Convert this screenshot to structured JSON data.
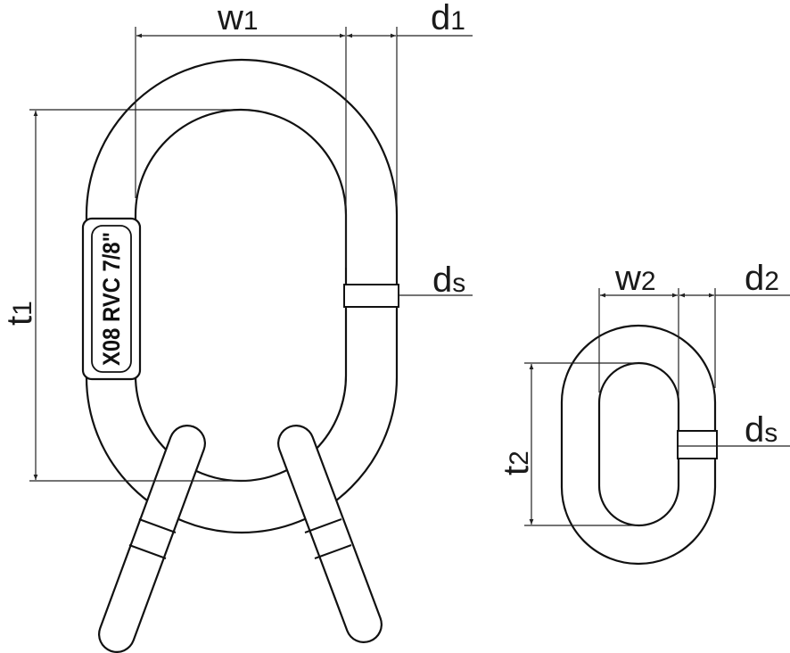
{
  "master_link": {
    "marking": "X08 RVC 7/8\"",
    "labels": {
      "w1": {
        "letter": "w",
        "index": "1"
      },
      "d1": {
        "letter": "d",
        "index": "1"
      },
      "ds": {
        "letter": "d",
        "index": "s"
      },
      "t1": {
        "letter": "t",
        "index": "1"
      }
    }
  },
  "intermediate_link": {
    "labels": {
      "w2": {
        "letter": "w",
        "index": "2"
      },
      "d2": {
        "letter": "d",
        "index": "2"
      },
      "ds": {
        "letter": "d",
        "index": "s"
      },
      "t2": {
        "letter": "t",
        "index": "2"
      }
    }
  },
  "colors": {
    "line": "#111111",
    "background": "#ffffff"
  }
}
